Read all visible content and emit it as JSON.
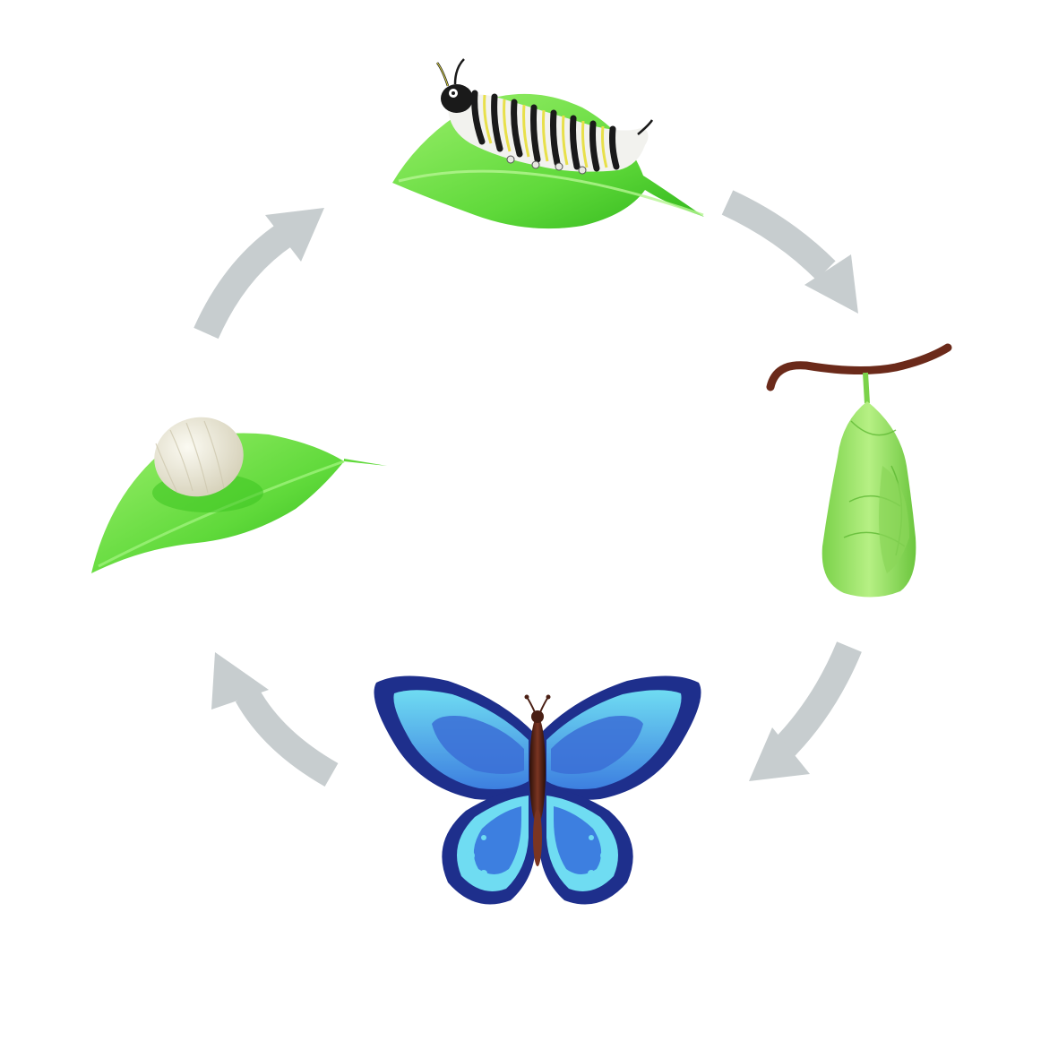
{
  "diagram": {
    "stages": [
      {
        "id": "egg",
        "icon": "egg-on-leaf-icon"
      },
      {
        "id": "caterpillar",
        "icon": "caterpillar-on-leaf-icon"
      },
      {
        "id": "pupa",
        "icon": "chrysalis-icon"
      },
      {
        "id": "butterfly",
        "icon": "butterfly-icon"
      }
    ],
    "cycle_direction": "clockwise",
    "arrow_count": 4
  },
  "colors": {
    "arrow": "#c7cdcf",
    "leaf_light": "#7ee35a",
    "leaf_dark": "#39c21f",
    "egg": "#eeebdc",
    "chrysalis": "#9ee56a",
    "twig": "#6b2a1a",
    "wing_dark": "#1e2f8c",
    "wing_mid": "#3b6fd6",
    "wing_light": "#5fd0ee",
    "butterfly_body": "#4a1f14",
    "caterpillar_stripe_yellow": "#e8e04a",
    "caterpillar_stripe_black": "#1a1a1a"
  }
}
